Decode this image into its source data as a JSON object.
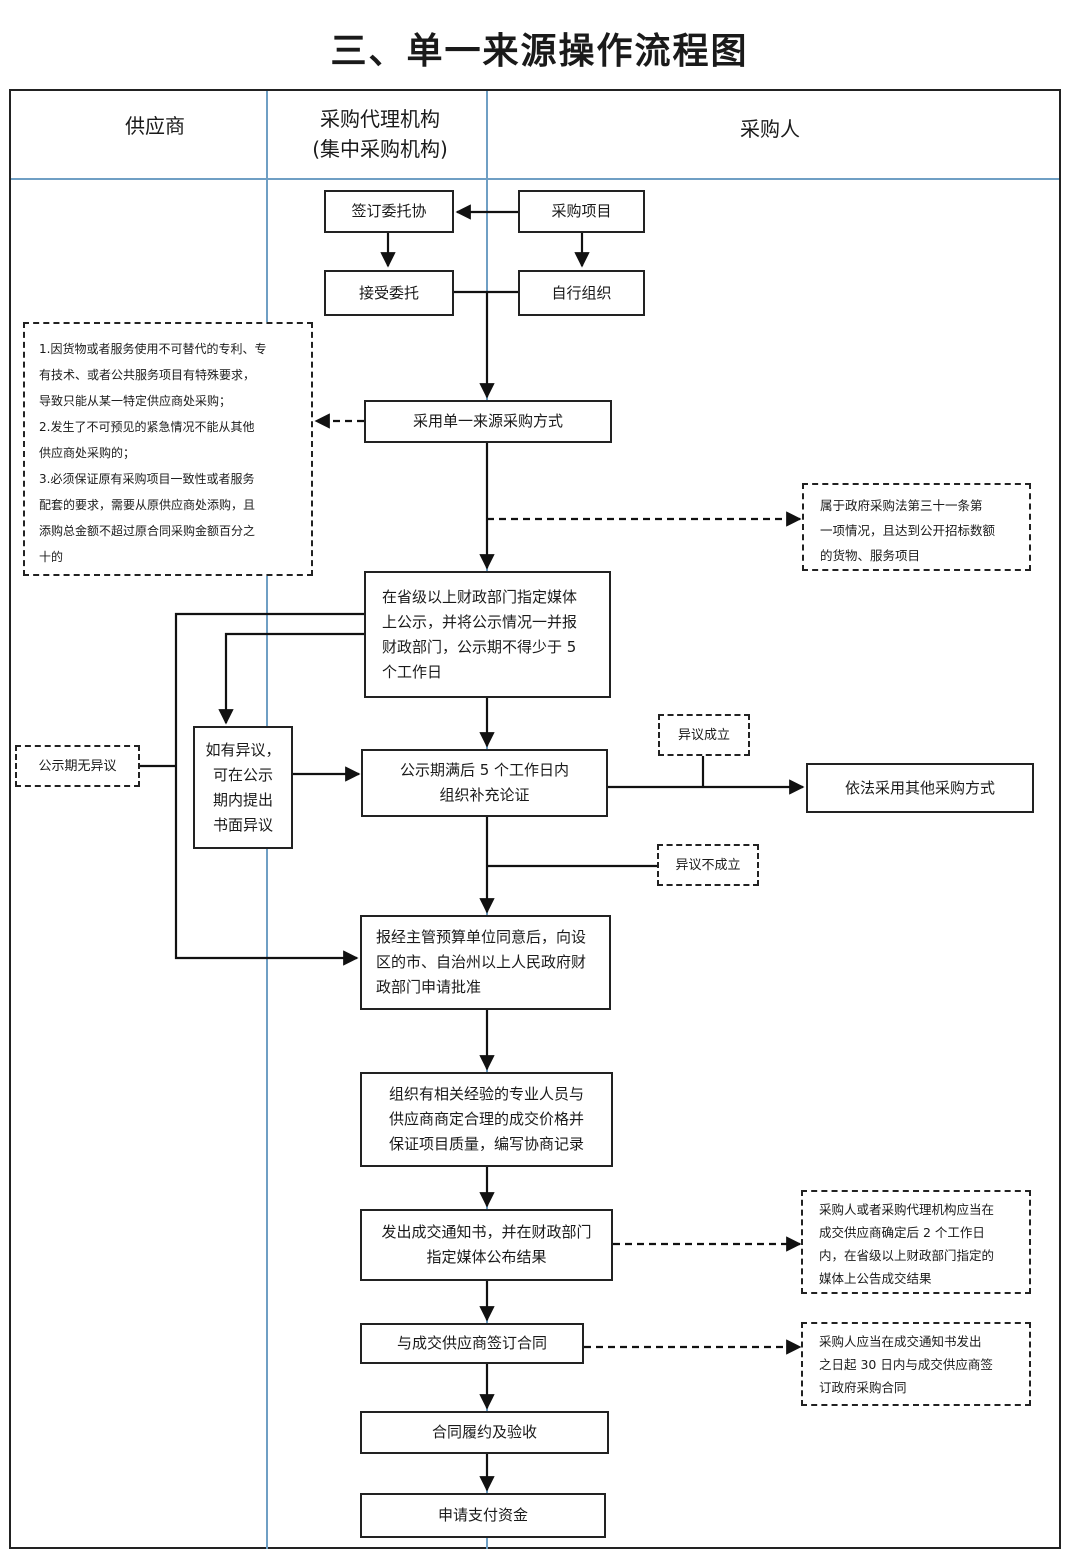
{
  "title": "三、单一来源操作流程图",
  "lanes": {
    "supplier": "供应商",
    "agency_line1": "采购代理机构",
    "agency_line2": "(集中采购机构)",
    "purchaser": "采购人"
  },
  "boxes": {
    "sign_entrust": "签订委托协",
    "project": "采购项目",
    "accept_entrust": "接受委托",
    "self_organize": "自行组织",
    "adopt_single": "采用单一来源采购方式",
    "publicize": [
      "在省级以上财政部门指定媒体",
      "上公示，并将公示情况一并报",
      "财政部门，公示期不得少于 5",
      "个工作日"
    ],
    "objection": [
      "如有异议，",
      "可在公示",
      "期内提出",
      "书面异议"
    ],
    "supplement": [
      "公示期满后 5 个工作日内",
      "组织补充论证"
    ],
    "other_method": "依法采用其他采购方式",
    "approval": [
      "报经主管预算单位同意后，向设",
      "区的市、自治州以上人民政府财",
      "政部门申请批准"
    ],
    "negotiate": [
      "组织有相关经验的专业人员与",
      "供应商商定合理的成交价格并",
      "保证项目质量，编写协商记录"
    ],
    "notice": [
      "发出成交通知书，并在财政部门",
      "指定媒体公布结果"
    ],
    "contract": "与成交供应商签订合同",
    "perform": "合同履约及验收",
    "payment": "申请支付资金"
  },
  "notes": {
    "conditions": [
      "1.因货物或者服务使用不可替代的专利、专",
      "有技术、或者公共服务项目有特殊要求，",
      "导致只能从某一特定供应商处采购；",
      "2.发生了不可预见的紧急情况不能从其他",
      "供应商处采购的；",
      "3.必须保证原有采购项目一致性或者服务",
      "配套的要求，需要从原供应商处添购，且",
      "添购总金额不超过原合同采购金额百分之",
      "十的"
    ],
    "law_item": [
      "属于政府采购法第三十一条第",
      "一项情况，且达到公开招标数额",
      "的货物、服务项目"
    ],
    "no_objection": "公示期无异议",
    "objection_valid": "异议成立",
    "objection_invalid": "异议不成立",
    "notice_rule": [
      "采购人或者采购代理机构应当在",
      "成交供应商确定后 2 个工作日",
      "内，在省级以上财政部门指定的",
      "媒体上公告成交结果"
    ],
    "contract_rule": [
      "采购人应当在成交通知书发出",
      "之日起 30 日内与成交供应商签",
      "订政府采购合同"
    ]
  }
}
